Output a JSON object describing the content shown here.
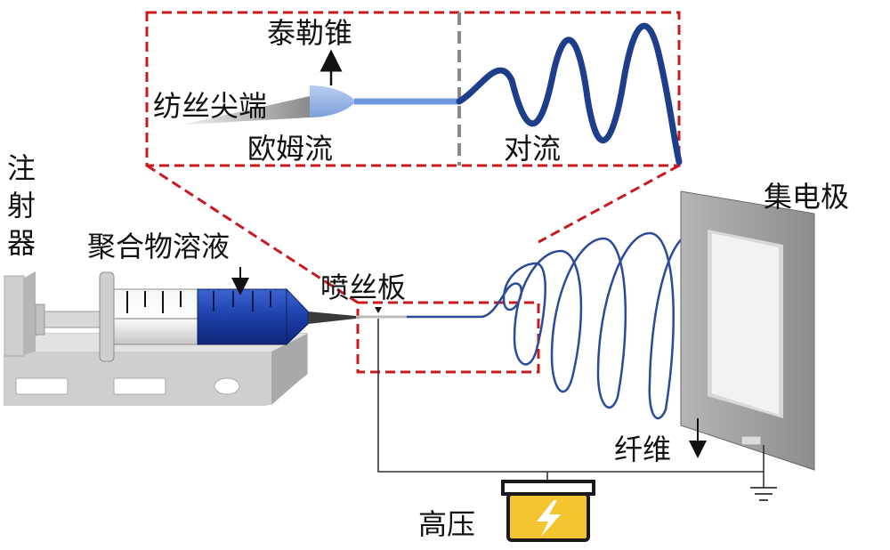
{
  "labels": {
    "syringe_pump": [
      "注",
      "射",
      "器"
    ],
    "polymer_solution": "聚合物溶液",
    "spinneret": "喷丝板",
    "collector": "集电极",
    "fiber": "纤维",
    "high_voltage": "高压",
    "taylor_cone": "泰勒锥",
    "spinning_tip": "纺丝尖端",
    "ohmic_flow": "欧姆流",
    "convection": "对流"
  },
  "colors": {
    "dash_box": "#c9191e",
    "fiber": "#1e3e8c",
    "fiber_light": "#2a4a9a",
    "syringe_liquid": "#1d3fa8",
    "cone": "#8fb0e8",
    "jet": "#6f97dc",
    "battery_frame": "#1a1a1a",
    "battery_fill": "#f5c431",
    "bolt": "#ffffff",
    "collector_plate": "#9a9a9a",
    "pump_base": "#d2d2d2"
  },
  "icons": {
    "battery": "high-voltage-battery-icon",
    "ground": "ground-symbol-icon"
  }
}
